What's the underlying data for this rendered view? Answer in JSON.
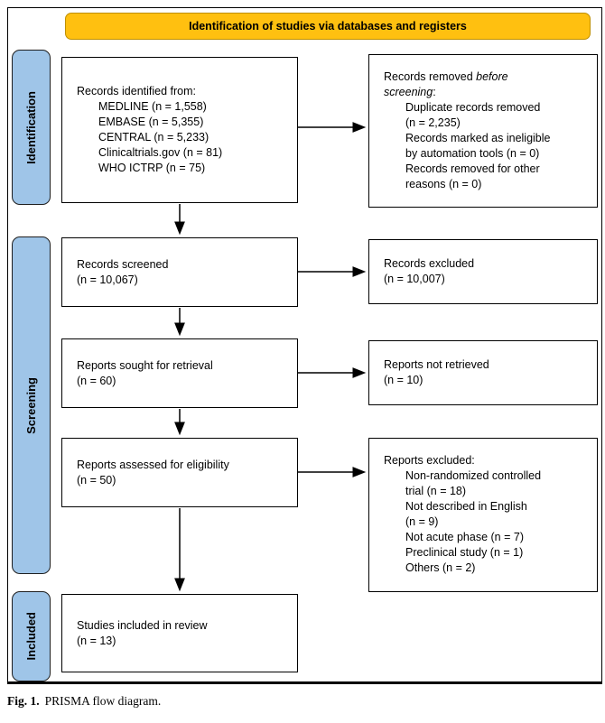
{
  "figure": {
    "header": "Identification of studies via databases and registers",
    "caption_label": "Fig. 1.",
    "caption_text": "PRISMA flow diagram."
  },
  "stages": {
    "identification": "Identification",
    "screening": "Screening",
    "included": "Included"
  },
  "boxes": {
    "identified": {
      "label": "Records identified from:",
      "items": [
        "MEDLINE (n = 1,558)",
        "EMBASE (n = 5,355)",
        "CENTRAL (n = 5,233)",
        "Clinicaltrials.gov (n = 81)",
        "WHO ICTRP (n = 75)"
      ]
    },
    "removed": {
      "label_start": "Records removed ",
      "label_italic": "before\nscreening",
      "label_end": ":",
      "items": [
        "Duplicate records removed\n(n = 2,235)",
        "Records marked as ineligible\nby automation tools (n = 0)",
        "Records removed for other\nreasons (n = 0)"
      ]
    },
    "screened": "Records screened\n(n = 10,067)",
    "records_excluded": "Records excluded\n(n = 10,007)",
    "sought": "Reports sought for retrieval\n(n = 60)",
    "not_retrieved": "Reports not retrieved\n(n = 10)",
    "assessed": "Reports assessed for eligibility\n(n = 50)",
    "reports_excluded": {
      "label": "Reports excluded:",
      "items": [
        "Non-randomized controlled\ntrial (n = 18)",
        "Not described in English\n(n = 9)",
        "Not acute phase (n = 7)",
        "Preclinical study (n = 1)",
        "Others (n = 2)"
      ]
    },
    "included_studies": "Studies included in review\n(n = 13)"
  },
  "colors": {
    "header_fill": "#FFC010",
    "header_border": "#BF8F00",
    "stage_fill": "#9FC5E8",
    "stage_border": "#1F1F1F",
    "box_border": "#000000"
  }
}
